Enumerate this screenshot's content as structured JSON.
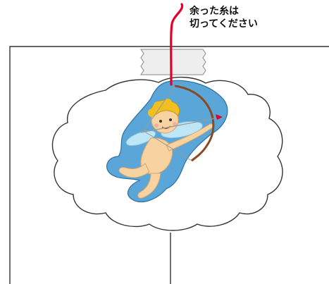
{
  "callout": {
    "line1": "余った糸は",
    "line2": "切ってください"
  },
  "colors": {
    "thread": "#e3002b",
    "card_outline": "#333333",
    "tape_fill": "#eeeeee",
    "sticker_bg": "#5aa6d8",
    "cupid_skin": "#f8d3a2",
    "cupid_hair": "#f0c020",
    "wings": "#bfe6f6",
    "bow": "#8a4a22",
    "arrow_tip": "#e3002b"
  },
  "icons": {
    "cupid": "cupid-illustration",
    "tape": "tape-strip"
  }
}
